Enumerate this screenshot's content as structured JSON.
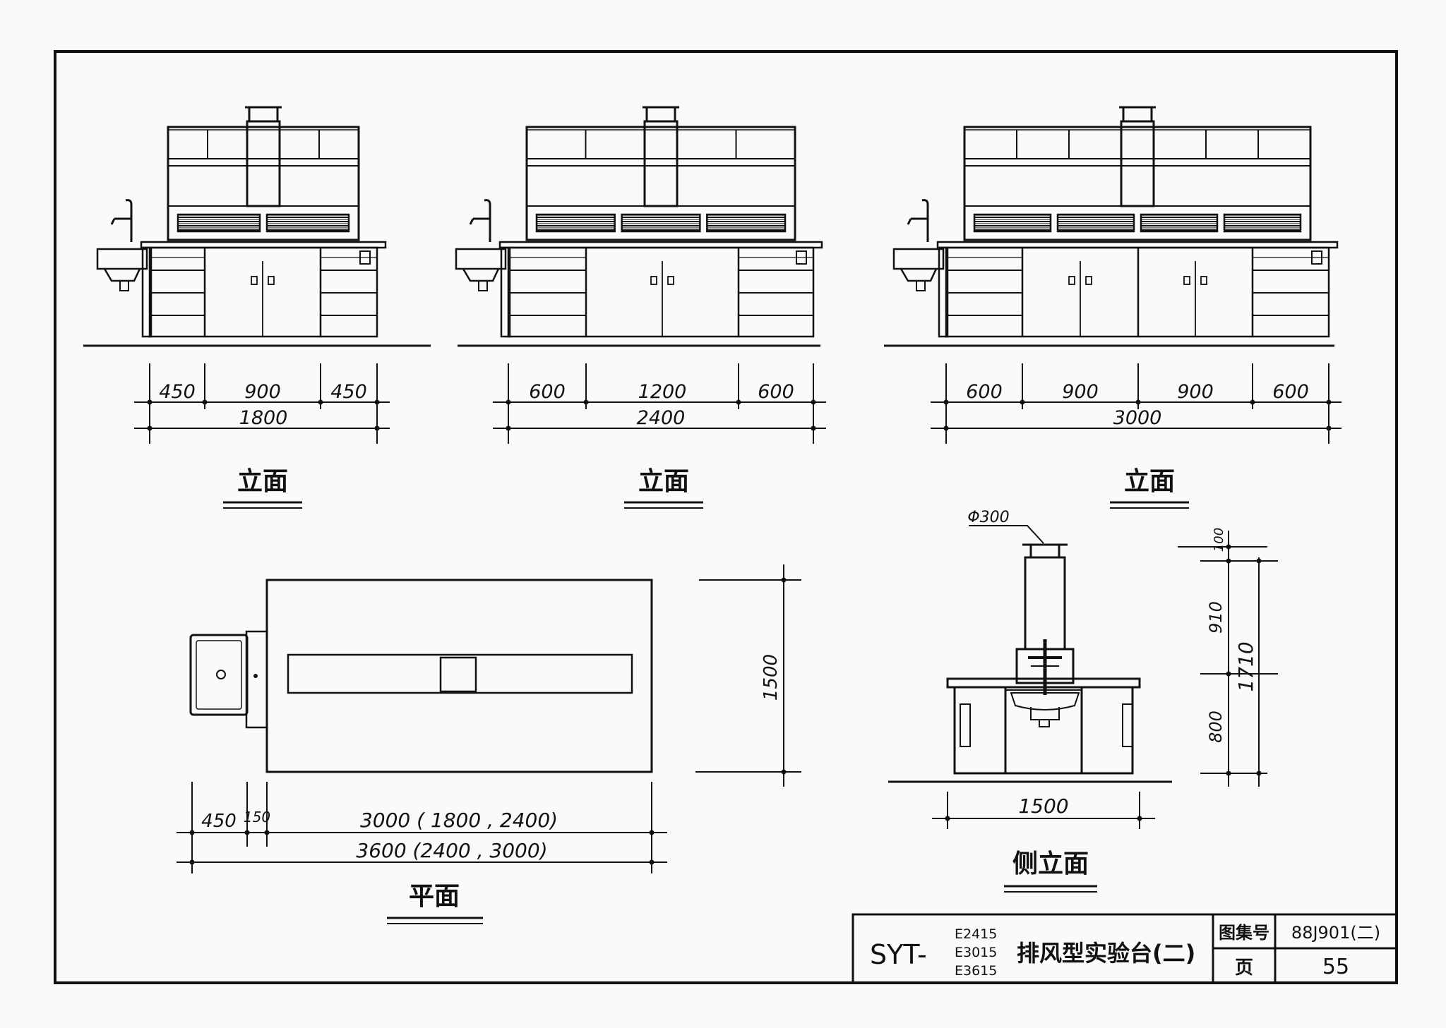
{
  "elevations": [
    {
      "title": "立面",
      "segments": [
        "450",
        "900",
        "450"
      ],
      "total": "1800"
    },
    {
      "title": "立面",
      "segments": [
        "600",
        "1200",
        "600"
      ],
      "total": "2400"
    },
    {
      "title": "立面",
      "segments": [
        "600",
        "900",
        "900",
        "600"
      ],
      "total": "3000"
    }
  ],
  "plan": {
    "title": "平面",
    "dim_height": "1500",
    "dim_left": "450",
    "dim_small": "150",
    "dim_top_row": "3000 ( 1800 , 2400)",
    "dim_bottom_row": "3600 (2400 , 3000)"
  },
  "side": {
    "title": "侧立面",
    "duct_label": "Φ300",
    "dim_top": "100",
    "dim_upper": "910",
    "dim_total": "1710",
    "dim_lower": "800",
    "dim_width": "1500"
  },
  "title_block": {
    "model_prefix": "SYT-",
    "models": [
      "E2415",
      "E3015",
      "E3615"
    ],
    "name": "排风型实验台(二)",
    "atlas_label": "图集号",
    "atlas_value": "88J901(二)",
    "page_label": "页",
    "page_value": "55"
  }
}
